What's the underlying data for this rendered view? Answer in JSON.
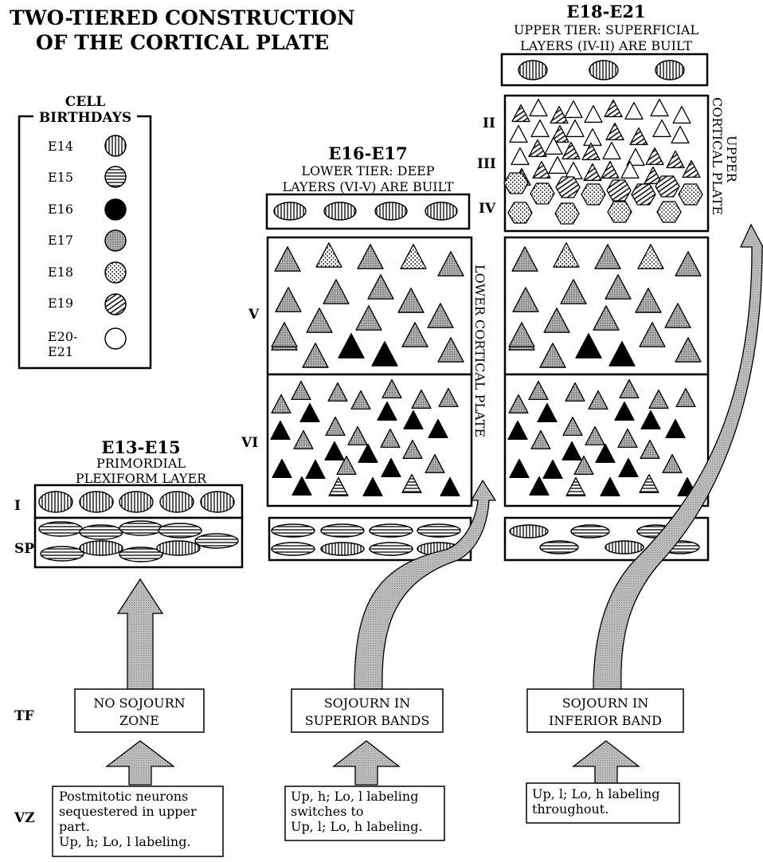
{
  "title": [
    "TWO-TIERED CONSTRUCTION",
    "OF THE CORTICAL PLATE"
  ],
  "legend": {
    "heading": [
      "CELL",
      "BIRTHDAYS"
    ],
    "items": [
      {
        "label": [
          "E14"
        ],
        "pattern": "vertical-stripes"
      },
      {
        "label": [
          "E15"
        ],
        "pattern": "horizontal-stripes"
      },
      {
        "label": [
          "E16"
        ],
        "pattern": "solid-black"
      },
      {
        "label": [
          "E17"
        ],
        "pattern": "gray-stipple"
      },
      {
        "label": [
          "E18"
        ],
        "pattern": "dots"
      },
      {
        "label": [
          "E19"
        ],
        "pattern": "diagonal-stripes"
      },
      {
        "label": [
          "E20-",
          "E21"
        ],
        "pattern": "white"
      }
    ]
  },
  "stage1": {
    "title": "E13-E15",
    "subtitle": [
      "PRIMORDIAL",
      "PLEXIFORM LAYER"
    ],
    "sojourn": [
      "NO SOJOURN",
      "ZONE"
    ],
    "vz_text": [
      "Postmitotic neurons",
      "sequestered in upper",
      "part.",
      "Up, h; Lo, l labeling."
    ]
  },
  "stage2": {
    "title": "E16-E17",
    "subtitle": [
      "LOWER TIER: DEEP",
      "LAYERS (VI-V) ARE BUILT"
    ],
    "side_label": "LOWER CORTICAL PLATE",
    "sojourn": [
      "SOJOURN IN",
      "SUPERIOR BANDS"
    ],
    "vz_text": [
      "Up, h; Lo, l labeling",
      "switches to",
      "Up, l; Lo, h labeling."
    ]
  },
  "stage3": {
    "title": "E18-E21",
    "subtitle": [
      "UPPER TIER: SUPERFICIAL",
      "LAYERS (IV-II) ARE BUILT"
    ],
    "side_label": [
      "UPPER",
      "CORTICAL PLATE"
    ],
    "sojourn": [
      "SOJOURN IN",
      "INFERIOR BAND"
    ],
    "vz_text": [
      "Up, l; Lo, h labeling",
      "throughout."
    ]
  },
  "row_labels": {
    "tf": "TF",
    "vz": "VZ",
    "layer1": "I",
    "sp": "SP"
  },
  "layer_labels": {
    "v": "V",
    "vi": "VI",
    "ii": "II",
    "iii": "III",
    "iv": "IV"
  }
}
